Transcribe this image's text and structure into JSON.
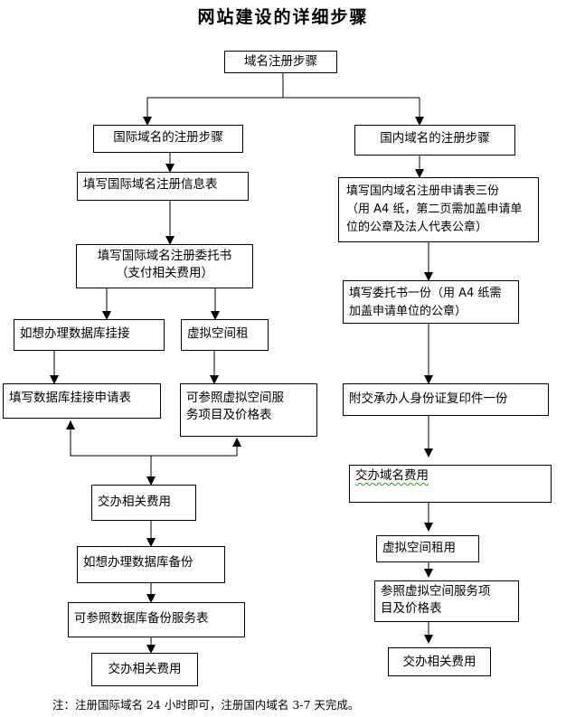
{
  "title": "网站建设的详细步骤",
  "root": "域名注册步骤",
  "intl": {
    "header": "国际域名的注册步骤",
    "fill_info": "填写国际域名注册信息表",
    "entrust_line1": "填写国际域名注册委托书",
    "entrust_line2": "（支付相关费用）",
    "db_hosting": "如想办理数据库挂接",
    "virtual_space": "虚拟空间租",
    "db_form": "填写数据库挂接申请表",
    "space_ref_line1": "可参照虚拟空间服",
    "space_ref_line2": "务项目及价格表",
    "fee1": "交办相关费用",
    "db_backup": "如想办理数据库备份",
    "backup_ref": "可参照数据库备份服务表",
    "fee2": "交办相关费用"
  },
  "cn": {
    "header": "国内域名的注册步骤",
    "apply_line1": "填写国内域名注册申请表三份",
    "apply_line2": "（用 A4 纸，第二页需加盖申请单",
    "apply_line3": "位的公章及法人代表公章）",
    "entrust_line1": "填写委托书一份（用 A4 纸需",
    "entrust_line2": "加盖申请单位的公章）",
    "id_copy": "附交承办人身份证复印件一份",
    "domain_fee": "交办域名费用",
    "space_fee": "虚拟空间租用",
    "space_ref_line1": "参照虚拟空间服务项",
    "space_ref_line2": "目及价格表",
    "fee": "交办相关费用"
  },
  "note": "注：注册国际域名 24 小时即可，注册国内域名 3-7 天完成。"
}
